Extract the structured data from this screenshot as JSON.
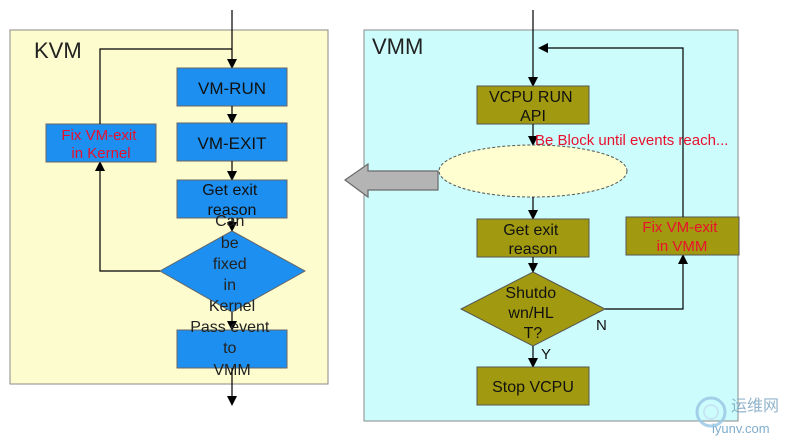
{
  "kvm": {
    "title": "KVM",
    "vm_run": "VM-RUN",
    "vm_exit": "VM-EXIT",
    "get_exit_reason": [
      "Get exit",
      "reason"
    ],
    "decision": [
      "Can",
      "be",
      "fixed",
      "in",
      "Kernel"
    ],
    "fix_in_kernel": [
      "Fix VM-exit",
      "in Kernel"
    ],
    "pass_event": [
      "Pass event",
      "to",
      "VMM"
    ]
  },
  "vmm": {
    "title": "VMM",
    "vcpu_run_api": [
      "VCPU RUN",
      "API"
    ],
    "block_note": "Be Block until events reach...",
    "get_exit_reason": [
      "Get exit",
      "reason"
    ],
    "decision": [
      "Shutdo",
      "wn/HL",
      "T?"
    ],
    "no_label": "N",
    "yes_label": "Y",
    "fix_in_vmm": [
      "Fix VM-exit",
      "in VMM"
    ],
    "stop_vcpu": "Stop VCPU"
  },
  "watermark": {
    "name_cn": "运维网",
    "domain": "iyunv.com"
  },
  "colors": {
    "kvm_bg": "#fdfccf",
    "vmm_bg": "#ccfcfc",
    "kvm_box": "#1c8ff0",
    "vmm_box": "#a19a10",
    "red_text": "#e8112d",
    "ellipse": "#fefed0"
  }
}
